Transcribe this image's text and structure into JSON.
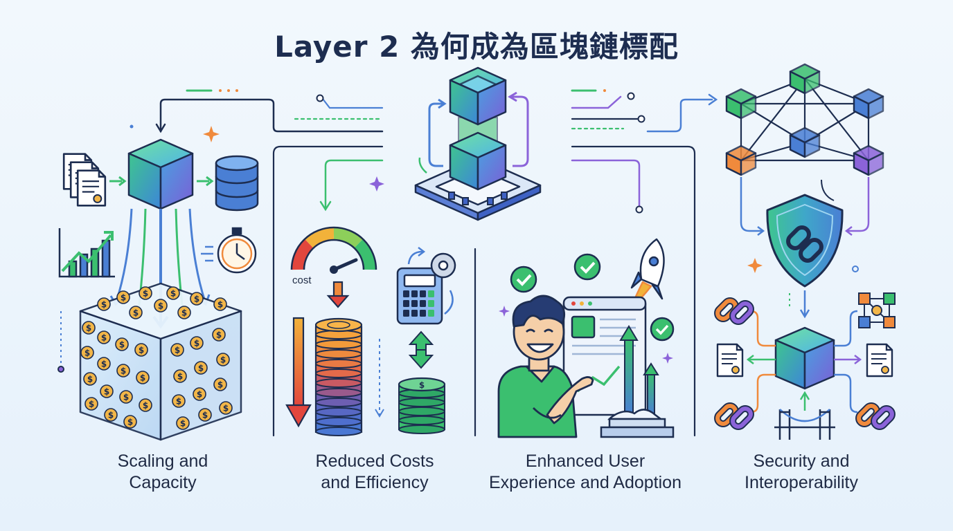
{
  "title": "Layer 2 為何成為區塊鏈標配",
  "panels": [
    {
      "line1": "Scaling and",
      "line2": "Capacity"
    },
    {
      "line1": "Reduced Costs",
      "line2": "and Efficiency"
    },
    {
      "line1": "Enhanced User",
      "line2": "Experience and Adoption"
    },
    {
      "line1": "Security and",
      "line2": "Interoperability"
    }
  ],
  "gauge_label": "cost",
  "colors": {
    "navy": "#1d2d50",
    "blue": "#4a7fd4",
    "green": "#3bbf6f",
    "purple": "#8b63d9",
    "orange": "#f08a3c",
    "gold": "#f2a93b"
  }
}
